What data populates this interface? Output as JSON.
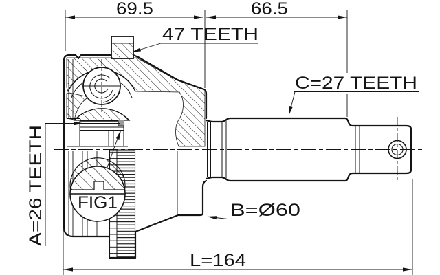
{
  "drawing": {
    "dim_top_left": "69.5",
    "dim_top_right": "66.5",
    "dim_overall": "L=164",
    "label_ring_teeth": "47 TEETH",
    "label_outer_spline": "C=27 TEETH",
    "label_inner_spline": "A=26 TEETH",
    "label_body_dia": "B=Ø60",
    "label_detail": "FIG1",
    "colors": {
      "line": "#141414",
      "background": "#ffffff"
    }
  }
}
